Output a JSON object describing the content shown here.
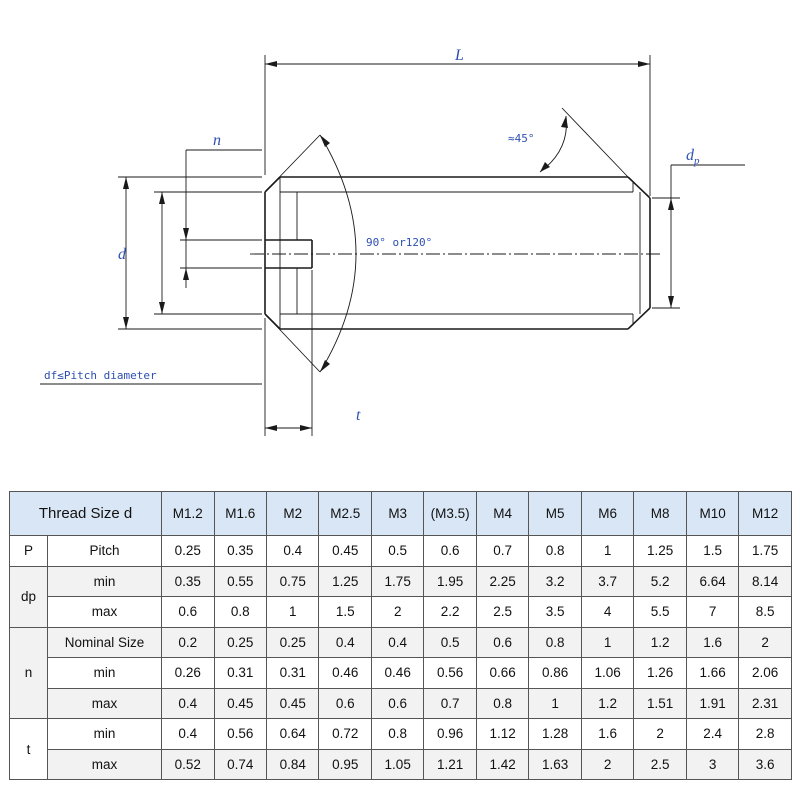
{
  "drawing": {
    "labels": {
      "L": "L",
      "n": "n",
      "d": "d",
      "dp": "d",
      "dp_sub": "p",
      "t": "t",
      "angle45": "≈45°",
      "tip_angle": "90° or120°",
      "note": "df≤Pitch diameter"
    },
    "colors": {
      "label": "#2d4fb0",
      "line": "#1a1a1a"
    }
  },
  "table": {
    "title": "Thread Size d",
    "sizes": [
      "M1.2",
      "M1.6",
      "M2",
      "M2.5",
      "M3",
      "(M3.5)",
      "M4",
      "M5",
      "M6",
      "M8",
      "M10",
      "M12"
    ],
    "rows": [
      {
        "group": "P",
        "label": "Pitch",
        "values": [
          "0.25",
          "0.35",
          "0.4",
          "0.45",
          "0.5",
          "0.6",
          "0.7",
          "0.8",
          "1",
          "1.25",
          "1.5",
          "1.75"
        ]
      },
      {
        "group": "dp",
        "label": "min",
        "values": [
          "0.35",
          "0.55",
          "0.75",
          "1.25",
          "1.75",
          "1.95",
          "2.25",
          "3.2",
          "3.7",
          "5.2",
          "6.64",
          "8.14"
        ]
      },
      {
        "group": "",
        "label": "max",
        "values": [
          "0.6",
          "0.8",
          "1",
          "1.5",
          "2",
          "2.2",
          "2.5",
          "3.5",
          "4",
          "5.5",
          "7",
          "8.5"
        ]
      },
      {
        "group": "n",
        "label": "Nominal Size",
        "values": [
          "0.2",
          "0.25",
          "0.25",
          "0.4",
          "0.4",
          "0.5",
          "0.6",
          "0.8",
          "1",
          "1.2",
          "1.6",
          "2"
        ]
      },
      {
        "group": "",
        "label": "min",
        "values": [
          "0.26",
          "0.31",
          "0.31",
          "0.46",
          "0.46",
          "0.56",
          "0.66",
          "0.86",
          "1.06",
          "1.26",
          "1.66",
          "2.06"
        ]
      },
      {
        "group": "",
        "label": "max",
        "values": [
          "0.4",
          "0.45",
          "0.45",
          "0.6",
          "0.6",
          "0.7",
          "0.8",
          "1",
          "1.2",
          "1.51",
          "1.91",
          "2.31"
        ]
      },
      {
        "group": "t",
        "label": "min",
        "values": [
          "0.4",
          "0.56",
          "0.64",
          "0.72",
          "0.8",
          "0.96",
          "1.12",
          "1.28",
          "1.6",
          "2",
          "2.4",
          "2.8"
        ]
      },
      {
        "group": "",
        "label": "max",
        "values": [
          "0.52",
          "0.74",
          "0.84",
          "0.95",
          "1.05",
          "1.21",
          "1.42",
          "1.63",
          "2",
          "2.5",
          "3",
          "3.6"
        ]
      }
    ],
    "colors": {
      "header_bg": "#d9e6f5",
      "alt_row_bg": "#f2f2f2",
      "border": "#555555"
    }
  }
}
